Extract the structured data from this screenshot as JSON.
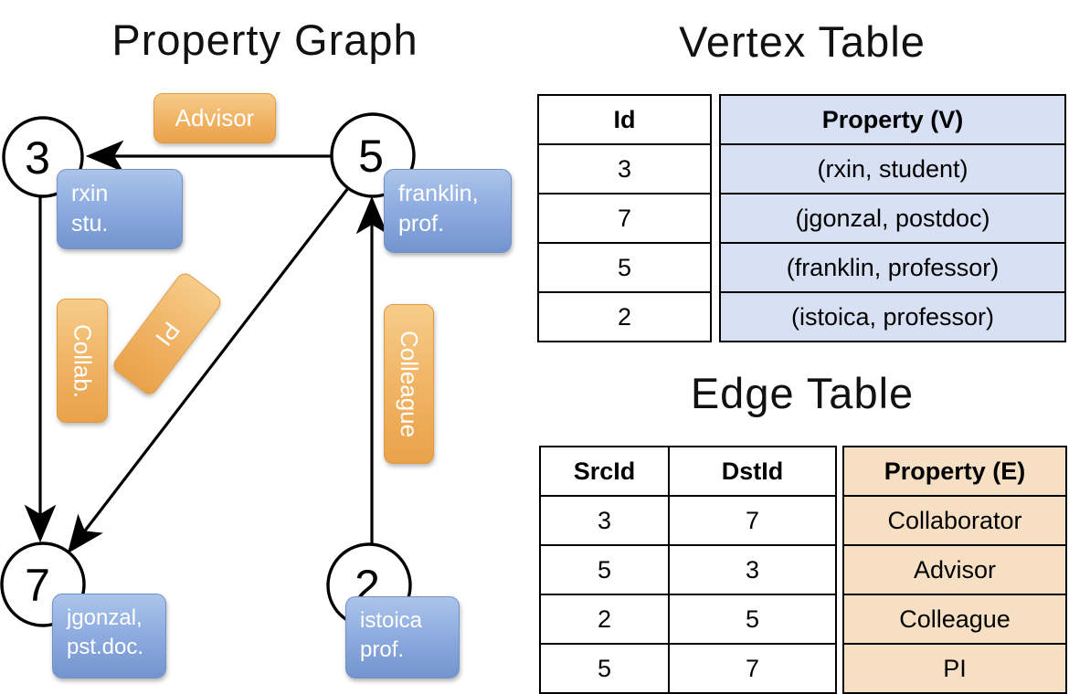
{
  "titles": {
    "graph": "Property Graph",
    "vertex": "Vertex Table",
    "edge": "Edge Table"
  },
  "graph": {
    "nodes": {
      "n3": {
        "id": "3",
        "label1": "rxin",
        "label2": "stu."
      },
      "n5": {
        "id": "5",
        "label1": "franklin,",
        "label2": "prof."
      },
      "n7": {
        "id": "7",
        "label1": "jgonzal,",
        "label2": "pst.doc."
      },
      "n2": {
        "id": "2",
        "label1": "istoica",
        "label2": "prof."
      }
    },
    "edge_labels": {
      "advisor": "Advisor",
      "collab": "Collab.",
      "pi": "PI",
      "colleague": "Colleague"
    }
  },
  "vertex_table": {
    "headers": {
      "id": "Id",
      "property": "Property (V)"
    },
    "rows": [
      {
        "id": "3",
        "property": "(rxin, student)"
      },
      {
        "id": "7",
        "property": "(jgonzal, postdoc)"
      },
      {
        "id": "5",
        "property": "(franklin, professor)"
      },
      {
        "id": "2",
        "property": "(istoica, professor)"
      }
    ]
  },
  "edge_table": {
    "headers": {
      "src": "SrcId",
      "dst": "DstId",
      "property": "Property (E)"
    },
    "rows": [
      {
        "src": "3",
        "dst": "7",
        "property": "Collaborator"
      },
      {
        "src": "5",
        "dst": "3",
        "property": "Advisor"
      },
      {
        "src": "2",
        "dst": "5",
        "property": "Colleague"
      },
      {
        "src": "5",
        "dst": "7",
        "property": "PI"
      }
    ]
  },
  "colors": {
    "vertex_property_fill": "#d7e1f3",
    "edge_property_fill": "#f7dfc3",
    "node_box_blue": "#8fade0",
    "edge_box_orange": "#f0b263",
    "line_black": "#000000"
  }
}
